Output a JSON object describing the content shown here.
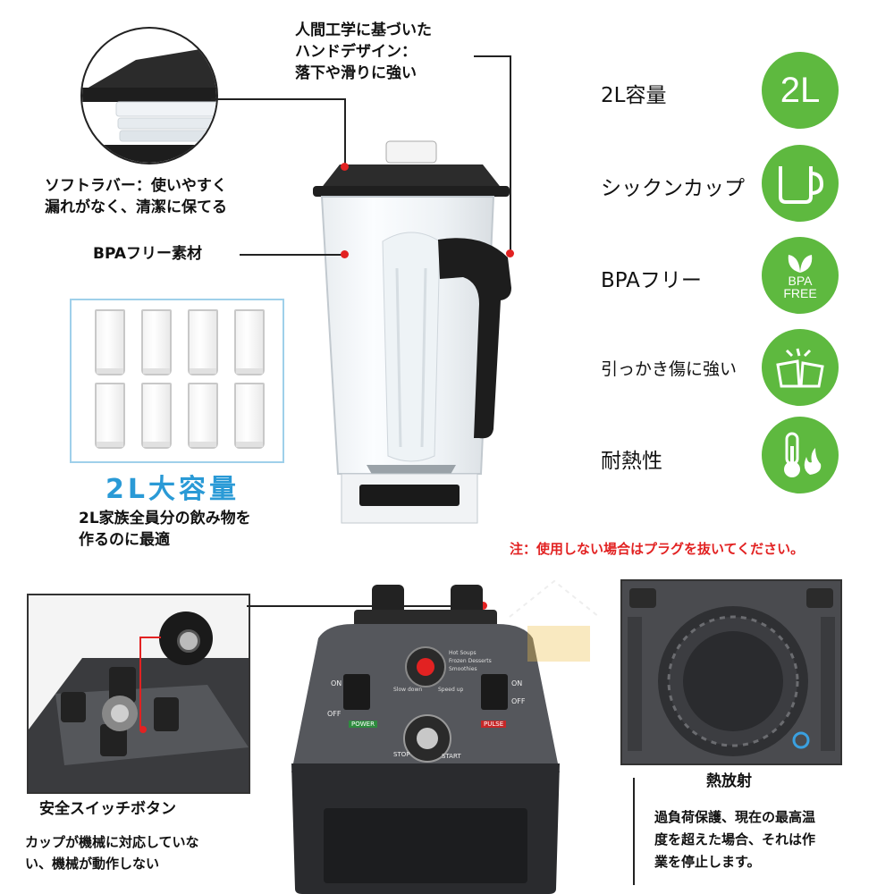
{
  "callouts": {
    "ergonomic_line1": "人間工学に基づいた",
    "ergonomic_line2": "ハンドデザイン：",
    "ergonomic_line3": "落下や滑りに強い",
    "soft_rubber_line1": "ソフトラバー：使いやすく",
    "soft_rubber_line2": "漏れがなく、清潔に保てる",
    "bpa_material": "BPAフリー素材"
  },
  "capacity": {
    "title": "2L大容量",
    "desc_line1": "2L家族全員分の飲み物を",
    "desc_line2": "作るのに最適"
  },
  "features": [
    {
      "label": "2L容量",
      "icon": "2l-badge",
      "badge_text": "2L"
    },
    {
      "label": "シックンカップ",
      "icon": "cup-icon"
    },
    {
      "label": "BPAフリー",
      "icon": "leaf-icon",
      "badge_line1": "BPA",
      "badge_line2": "FREE"
    },
    {
      "label": "引っかき傷に強い",
      "icon": "crack-icon"
    },
    {
      "label": "耐熱性",
      "icon": "thermometer-flame-icon"
    }
  ],
  "warning": "注：使用しない場合はプラグを抜いてください。",
  "base_panel": {
    "speed_labels": [
      "Hot Soups",
      "Frozen Desserts",
      "Smoothies"
    ],
    "slow_down": "Slow down",
    "speed_up": "Speed up",
    "on_left": "ON",
    "off_left": "OFF",
    "power": "POWER",
    "on_right": "ON",
    "off_right": "OFF",
    "pulse": "PULSE",
    "stop": "STOP",
    "start": "START"
  },
  "safety": {
    "title": "安全スイッチボタン",
    "desc_line1": "カップが機械に対応していな",
    "desc_line2": "い、機械が動作しない"
  },
  "heat": {
    "title": "熱放射",
    "desc_line1": "過負荷保護、現在の最高温",
    "desc_line2": "度を超えた場合、それは作",
    "desc_line3": "業を停止します。"
  },
  "colors": {
    "accent_green": "#5eb93f",
    "warning_red": "#e22222",
    "capacity_blue": "#2a9ad6"
  }
}
